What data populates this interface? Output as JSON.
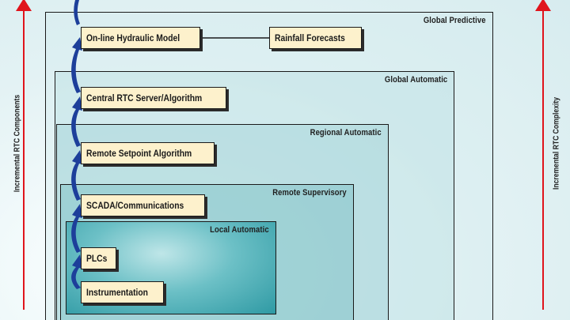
{
  "side_labels": {
    "left": "Incremental RTC Components",
    "right": "Incremental RTC Complexity"
  },
  "levels": [
    {
      "title": "Global Predictive"
    },
    {
      "title": "Global Automatic"
    },
    {
      "title": "Regional Automatic"
    },
    {
      "title": "Remote Supervisory"
    },
    {
      "title": "Local Automatic"
    }
  ],
  "components": {
    "hydraulic_model": "On-line Hydraulic Model",
    "rainfall_forecasts": "Rainfall Forecasts",
    "central_rtc": "Central RTC Server/Algorithm",
    "remote_setpoint": "Remote Setpoint Algorithm",
    "scada": "SCADA/Communications",
    "plcs": "PLCs",
    "instrumentation": "Instrumentation"
  },
  "colors": {
    "axis_arrow": "#e0141c",
    "flow_arrow": "#1d3f9a",
    "component_fill": "#fdf1cc"
  }
}
